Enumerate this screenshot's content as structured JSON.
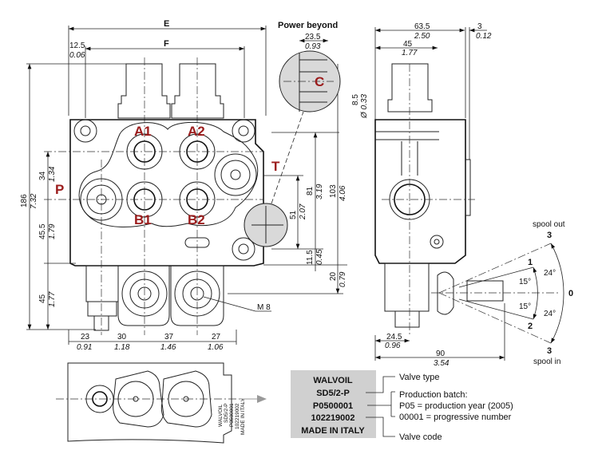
{
  "title": "Power beyond",
  "colors": {
    "port_label": "#9b1c1c",
    "label_box": "#d0d0d0",
    "detail_fill": "#d9d9d9"
  },
  "front_view": {
    "ports": {
      "A1": "A1",
      "A2": "A2",
      "B1": "B1",
      "B2": "B2",
      "P": "P",
      "T": "T",
      "C": "C"
    },
    "top_dims": {
      "E": "E",
      "F": "F",
      "offset_mm": "12.5",
      "offset_in": "0.06"
    },
    "left_dims": [
      {
        "mm": "186",
        "in": "7.32"
      },
      {
        "mm": "34",
        "in": "1.34"
      },
      {
        "mm": "45.5",
        "in": "1.79"
      },
      {
        "mm": "45",
        "in": "1.77"
      }
    ],
    "right_dims": [
      {
        "mm": "81",
        "in": "3.19"
      },
      {
        "mm": "103",
        "in": "4.06"
      },
      {
        "mm": "51",
        "in": "2.07"
      },
      {
        "mm": "11.5",
        "in": "0.45"
      },
      {
        "mm": "20",
        "in": "0.79"
      }
    ],
    "bottom_dims": [
      {
        "mm": "23",
        "in": "0.91"
      },
      {
        "mm": "30",
        "in": "1.18"
      },
      {
        "mm": "37",
        "in": "1.46"
      },
      {
        "mm": "27",
        "in": "1.06"
      }
    ],
    "thread": "M 8",
    "power_beyond_dim": {
      "mm": "23.5",
      "in": "0.93"
    },
    "hole_dim": {
      "mm": "8.5",
      "in": "Ø 0.33"
    }
  },
  "side_view": {
    "dims": [
      {
        "mm": "63.5",
        "in": "2.50"
      },
      {
        "mm": "3",
        "in": "0.12"
      },
      {
        "mm": "45",
        "in": "1.77"
      },
      {
        "mm": "24.5",
        "in": "0.96"
      },
      {
        "mm": "90",
        "in": "3.54"
      }
    ],
    "lever": {
      "spool_out": "spool out",
      "spool_in": "spool in",
      "pos_3_top": "3",
      "pos_1": "1",
      "pos_0": "0",
      "pos_2": "2",
      "pos_3_bottom": "3",
      "angle_15_top": "15°",
      "angle_15_bottom": "15°",
      "angle_24_top": "24°",
      "angle_24_bottom": "24°"
    }
  },
  "marking": {
    "stamp_lines": [
      "WALVOIL",
      "SD5/2-P",
      "P0500001",
      "102219002",
      "MADE IN ITALY"
    ],
    "annotations": {
      "valve_type": "Valve type",
      "batch_title": "Production batch:",
      "batch_year": "P05 = production year (2005)",
      "batch_number": "00001 = progressive number",
      "valve_code": "Valve code"
    }
  }
}
